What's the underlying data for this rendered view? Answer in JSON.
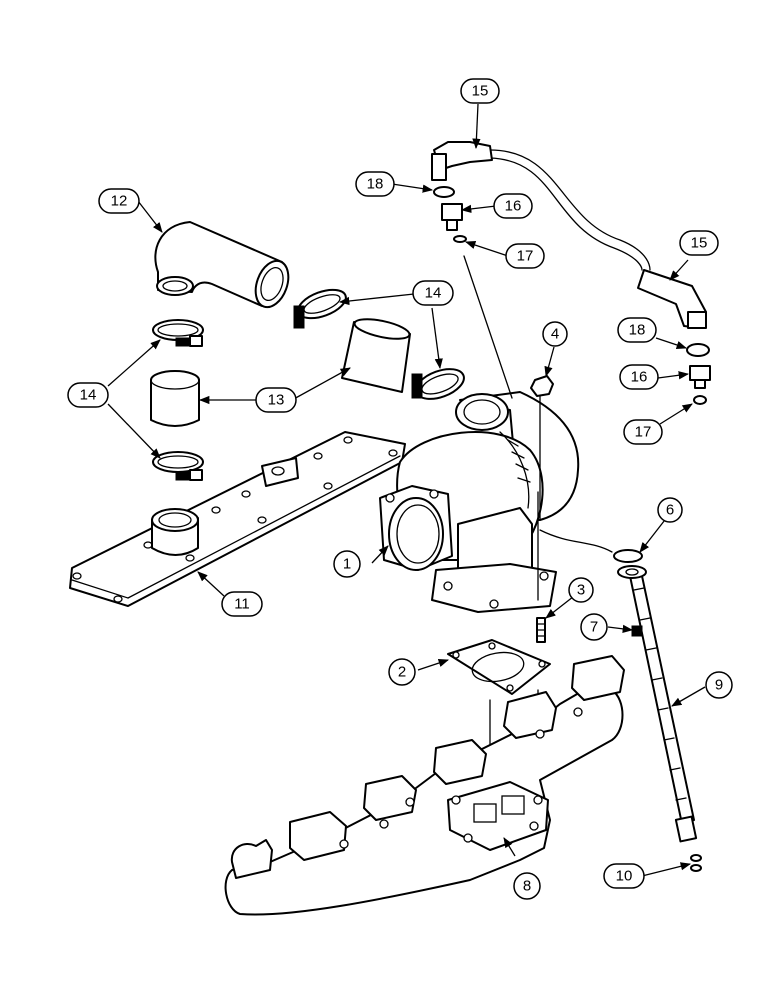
{
  "diagram": {
    "callouts": {
      "c1": "1",
      "c2": "2",
      "c3": "3",
      "c4": "4",
      "c6": "6",
      "c7": "7",
      "c8": "8",
      "c9": "9",
      "c10": "10",
      "c11": "11",
      "c12": "12",
      "c13_mid": "13",
      "c14_left": "14",
      "c14_top": "14",
      "c15_top": "15",
      "c15_right": "15",
      "c16_top": "16",
      "c16_right": "16",
      "c17_top": "17",
      "c17_right": "17",
      "c18_top": "18",
      "c18_right": "18"
    }
  }
}
